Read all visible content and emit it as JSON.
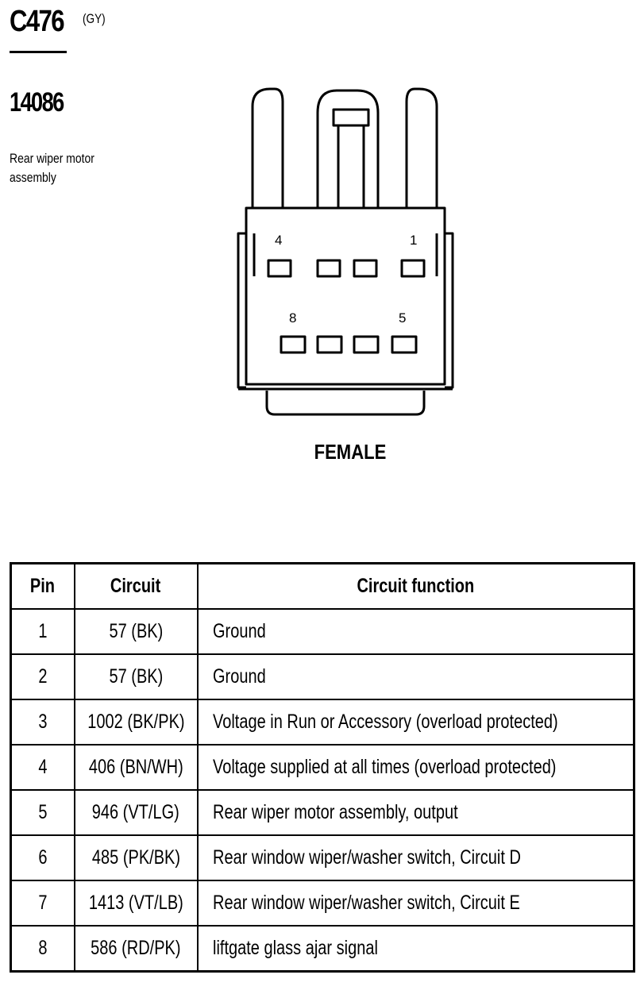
{
  "connector": {
    "id": "C476",
    "color": "(GY)",
    "part_number": "14086",
    "description": "Rear wiper motor assembly",
    "gender": "FEMALE",
    "pin_labels": {
      "top_left": "4",
      "top_right": "1",
      "bottom_left": "8",
      "bottom_right": "5"
    }
  },
  "table": {
    "headers": {
      "pin": "Pin",
      "circuit": "Circuit",
      "function": "Circuit function"
    },
    "rows": [
      {
        "pin": "1",
        "circuit": "57 (BK)",
        "function": "Ground"
      },
      {
        "pin": "2",
        "circuit": "57 (BK)",
        "function": "Ground"
      },
      {
        "pin": "3",
        "circuit": "1002 (BK/PK)",
        "function": "Voltage in Run or Accessory (overload protected)"
      },
      {
        "pin": "4",
        "circuit": "406 (BN/WH)",
        "function": "Voltage supplied at all times (overload protected)"
      },
      {
        "pin": "5",
        "circuit": "946 (VT/LG)",
        "function": "Rear wiper motor assembly, output"
      },
      {
        "pin": "6",
        "circuit": "485 (PK/BK)",
        "function": "Rear window wiper/washer switch, Circuit D"
      },
      {
        "pin": "7",
        "circuit": "1413 (VT/LB)",
        "function": "Rear window wiper/washer switch, Circuit E"
      },
      {
        "pin": "8",
        "circuit": "586 (RD/PK)",
        "function": "liftgate glass ajar signal"
      }
    ]
  }
}
